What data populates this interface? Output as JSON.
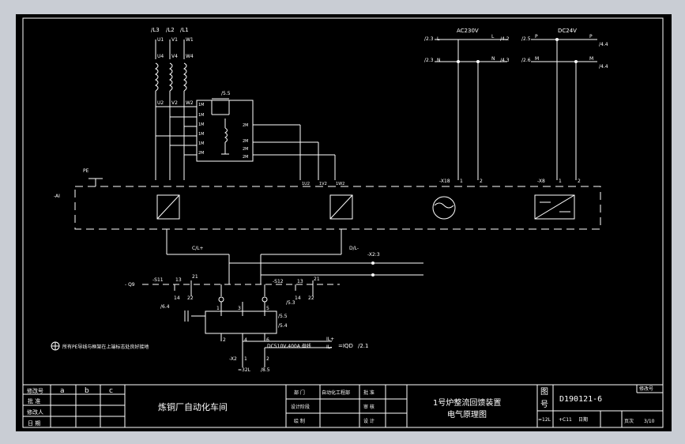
{
  "colors": {
    "background": "#000000",
    "line": "#ffffff",
    "window": "#c9cdd4"
  },
  "refs": {
    "l3": "/L3",
    "l2": "/L2",
    "l1": "/L1",
    "a2_3": "/2.3",
    "a2_3b": "/2.3",
    "a2_5": "/2.5",
    "a2_6": "/2.6",
    "r4_2": "/4.2",
    "r4_3": "/4.3",
    "r4_4a": "/4.4",
    "r4_4b": "/4.4",
    "r5_5": "/5.5",
    "r6_4": "/6.4",
    "r5_3": "/5.3",
    "r5_4": "/5.4",
    "r5_5b": "/5.5",
    "r2_1": "/2.1"
  },
  "terminals": {
    "u1": "U1",
    "v1": "V1",
    "w1": "W1",
    "u4": "U4",
    "v4": "V4",
    "w4": "W4",
    "u2": "U2",
    "v2": "V2",
    "w2": "W2",
    "t1m": "1M",
    "t2m": "2M",
    "t3m": "1M",
    "t4m": "1M",
    "t5m": "1M",
    "t6m": "1M",
    "t7": "2M",
    "t8": "2M",
    "t9": "2M",
    "t10": "2M",
    "u2b": "1U2",
    "v2b": "1V2",
    "w2b": "1W2",
    "l_ac": "L",
    "n_ac": "N",
    "p_dc": "P",
    "m_dc": "M",
    "l_ac_in": "L",
    "n_ac_in": "N",
    "p_dc_in": "P",
    "m_dc_in": "M",
    "x18_1": "1",
    "x18_2": "2",
    "x8_1": "1",
    "x8_2": "2",
    "q_1": "1",
    "q_2": "2",
    "q_3": "3",
    "q_4": "4",
    "q_5": "5",
    "q_6": "6",
    "c_1": "1",
    "c_2": "2",
    "s_13": "13",
    "s_14": "14",
    "s_21": "21",
    "s_22": "22",
    "s2_13": "13",
    "s2_14": "14",
    "s2_21": "21",
    "s2_22": "22",
    "x2_1": "1",
    "x2_2": "2"
  },
  "labels": {
    "ac": "AC230V",
    "dc": "DC24V",
    "pe": "PE",
    "x18": "-X18",
    "x8": "-X8",
    "ai": "-AI",
    "c1": "C/L+",
    "d1": "D/L-",
    "x23": "-X2:3",
    "q9": "- Q9",
    "s11": "-S11",
    "s12": "-S12",
    "dcspec": "DC510V,400A 母线",
    "il_plus": "IL+",
    "il_minus": "IL-",
    "iqd": "=IQD",
    "x2": "-X2",
    "x2_1": "=32L",
    "x2_2": "/8.5",
    "note": "所有PE导线与框架在上端标志处良好接地"
  },
  "title_block": {
    "col_headers": [
      "修改号",
      "a",
      "b",
      "c"
    ],
    "row_labels": [
      "批 准",
      "修改人",
      "日 期"
    ],
    "company": "炼铜厂自动化车间",
    "mid_labels": [
      "部 门",
      "设计阶段",
      "绘 制"
    ],
    "mid_value": "自动化工程部",
    "mid_right_labels": [
      "批 准",
      "审 核",
      "设 计"
    ],
    "title_line1": "1号炉整流回馈装置",
    "title_line2": "电气原理图",
    "tu": "图",
    "hao": "号",
    "drawing_no": "D190121-6",
    "revision_label": "修改号",
    "ref_left": "=12L",
    "ref_mid": "+C11",
    "date_label": "日期",
    "sheet_label": "页次",
    "sheet": "3/10"
  }
}
